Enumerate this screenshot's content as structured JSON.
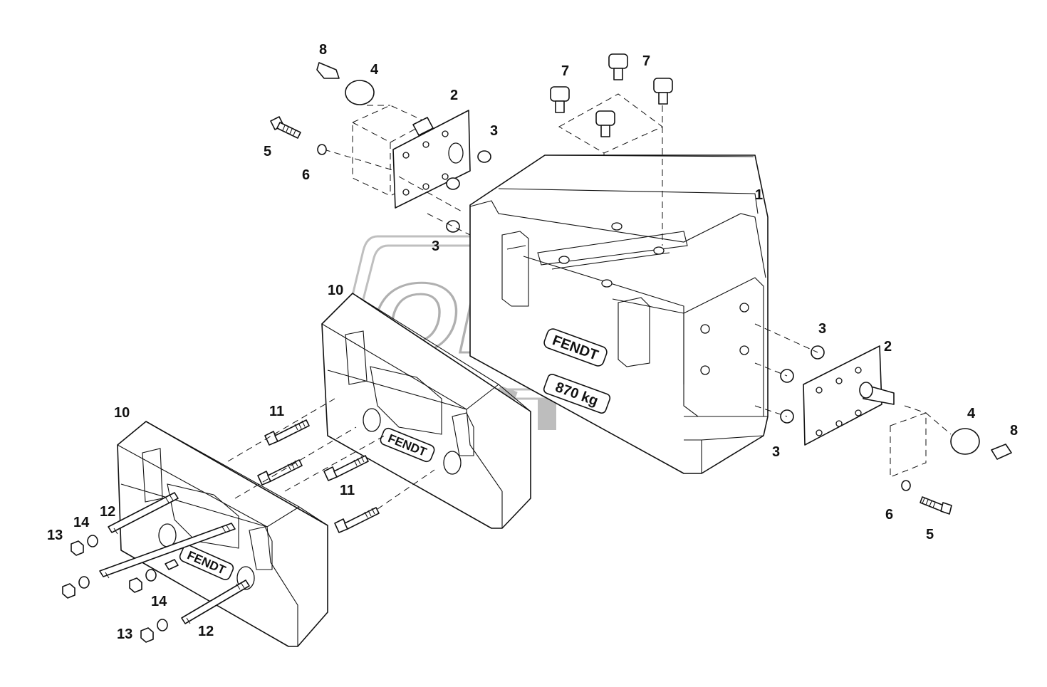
{
  "watermark": {
    "text": "OPEX",
    "color": "#b0b0b0"
  },
  "plates": {
    "brand": "FENDT",
    "weight": "870 kg",
    "small_brand": "FENDT"
  },
  "callouts": [
    "1",
    "2",
    "2",
    "3",
    "3",
    "3",
    "3",
    "4",
    "4",
    "5",
    "5",
    "6",
    "6",
    "7",
    "7",
    "8",
    "8",
    "10",
    "10",
    "11",
    "11",
    "12",
    "12",
    "13",
    "13",
    "14",
    "14"
  ],
  "colors": {
    "line": "#111111",
    "background": "#ffffff",
    "watermark": "#bfbfbf"
  }
}
